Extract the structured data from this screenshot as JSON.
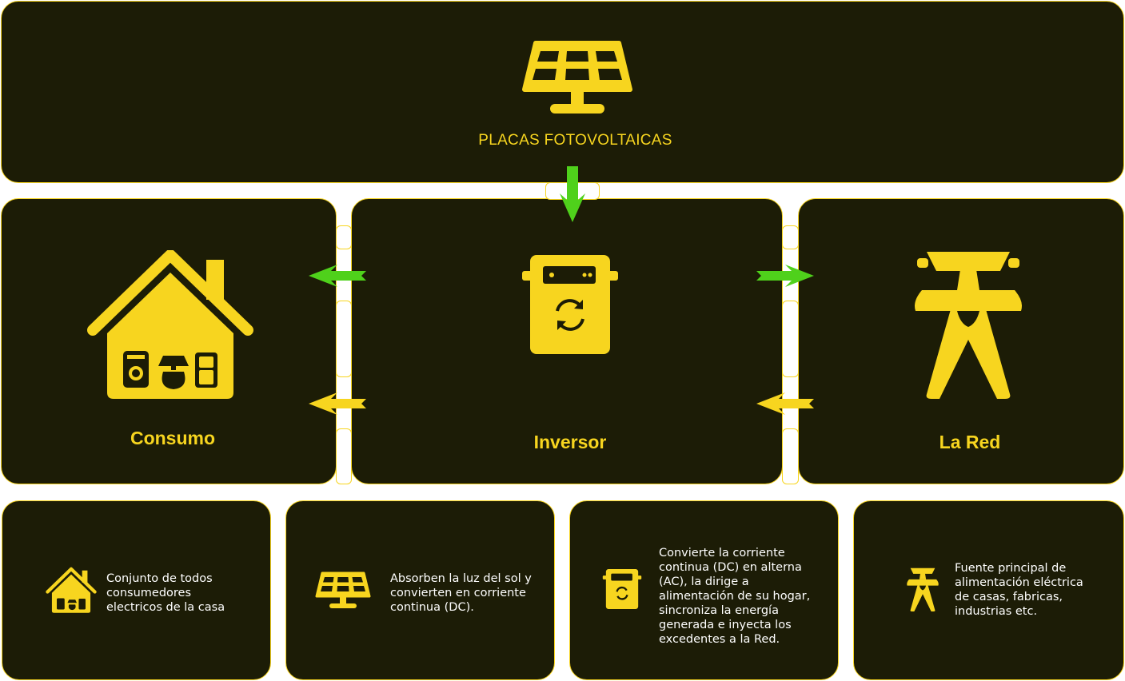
{
  "top": {
    "title": "PLACAS FOTOVOLTAICAS"
  },
  "consumo": {
    "title": "Consumo"
  },
  "inversor": {
    "title": "Inversor"
  },
  "red": {
    "title": "La Red"
  },
  "cards": [
    {
      "text": "Conjunto de todos consumedores electricos de la casa"
    },
    {
      "text": "Absorben la luz del sol y convierten en corriente continua (DC)."
    },
    {
      "text": "Convierte la corriente continua (DC) en alterna (AC), la dirige a alimentación de su hogar, sincroniza la energía generada e inyecta los excedentes a la Red."
    },
    {
      "text": "Fuente principal de alimentación eléctrica de casas, fabricas, industrias etc."
    }
  ],
  "colors": {
    "panel": "#1c1c06",
    "accent": "#f7d51f",
    "flow": "#4fd11b"
  }
}
